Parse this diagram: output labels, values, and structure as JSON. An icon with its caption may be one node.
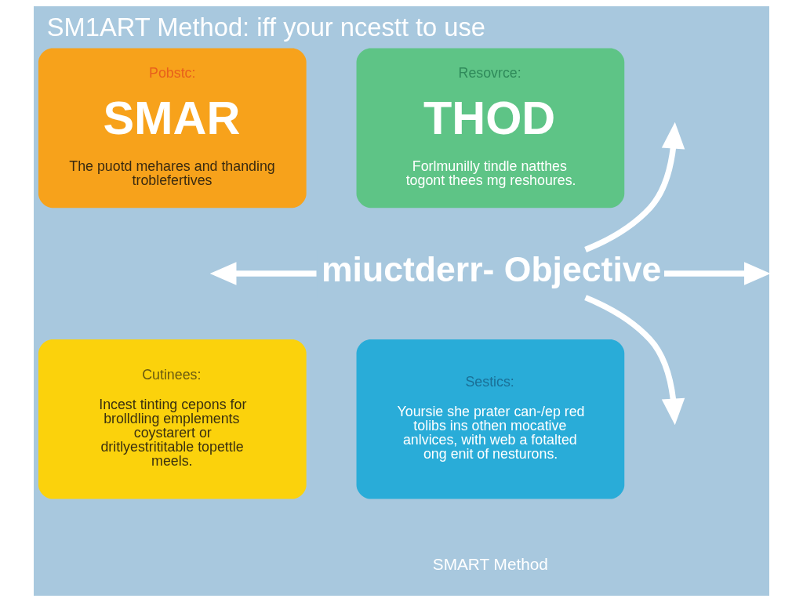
{
  "diagram": {
    "title": "SM1ART Method: iff your ncestt to use",
    "nodes": [
      {
        "text": [
          "Pobstc:",
          "SMAR",
          "The puotd mehares and thanding troblefertives"
        ]
      },
      {
        "text": [
          "Resovrce:",
          "THOD",
          "Forlmunilly tindle natthes togont thees mg reshoures."
        ]
      },
      {
        "text": [
          "miuctderr- Objective"
        ]
      },
      {
        "text": [
          "Cutinees:",
          "Incest tinting cepons for brolldling emplements coystarert or dritlyestrititable topettle meels."
        ]
      },
      {
        "text": [
          "Sestics:",
          "Yoursie she prater can-/ep red tolibs ins othen mocative anlvices, with web a fotalted ong enit of nesturons."
        ]
      }
    ],
    "edges": [
      {
        "from": 2,
        "to": null,
        "arrow": "to"
      },
      {
        "from": 2,
        "to": null,
        "arrow": "to"
      },
      {
        "from": 2,
        "to": null,
        "arrow": "to"
      },
      {
        "from": 2,
        "to": null,
        "arrow": "to"
      }
    ],
    "labels": [
      "SMART Method"
    ]
  }
}
